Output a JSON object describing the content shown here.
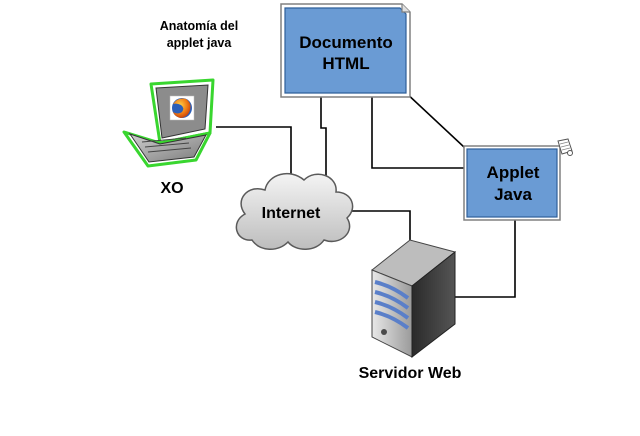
{
  "title": {
    "line1": "Anatomía del",
    "line2": "applet java"
  },
  "nodes": {
    "xo": {
      "label": "XO",
      "icon": "laptop-icon",
      "screen_icon": "firefox-logo-icon"
    },
    "internet": {
      "label": "Internet",
      "icon": "cloud-icon"
    },
    "document": {
      "line1": "Documento",
      "line2": "HTML",
      "icon": "document-icon"
    },
    "applet": {
      "line1": "Applet",
      "line2": "Java",
      "icon": "scroll-icon"
    },
    "server": {
      "label": "Servidor Web",
      "icon": "server-icon"
    }
  },
  "colors": {
    "box_fill": "#6a9bd4",
    "box_border": "#2e5f9a",
    "laptop_outline": "#39d62f",
    "cloud_fill": "#d9d9d9",
    "server_body": "#3a3a3a",
    "server_stripes": "#5a7fc9"
  }
}
